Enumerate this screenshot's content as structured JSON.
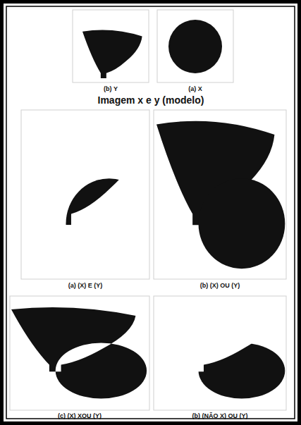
{
  "diagram": {
    "title": "Imagem x e y (modelo)",
    "labels": [
      "(b) Y",
      "(a) X",
      "(a) (X) E (Y)",
      "(b) (X) OU (Y)",
      "(c) (X) XOU (Y)",
      "(b) (NÃO X) OU (Y)"
    ]
  }
}
